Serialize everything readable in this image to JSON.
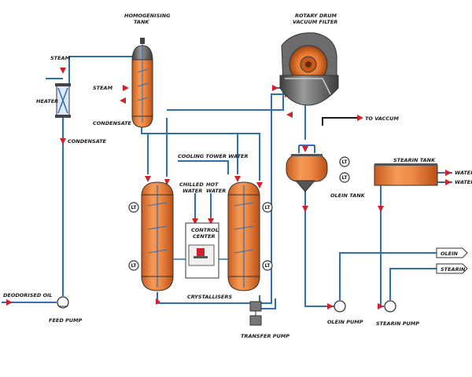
{
  "labels": {
    "homogenising_tank": [
      "HOMOGENISING",
      "TANK"
    ],
    "rotary_drum": [
      "ROTARY DRUM",
      "VACUUM FILTER"
    ],
    "steam_top": "STEAM",
    "steam_mid": "STEAM",
    "heater": "HEATER",
    "condensate_left": "CONDENSATE",
    "condensate_mid": "CONDENSATE",
    "to_vaccum": "TO VACCUM",
    "cooling_tower": "COOLING TOWER WATER",
    "chilled_water": [
      "CHILLED",
      "WATER"
    ],
    "hot_water": [
      "HOT",
      "WATER"
    ],
    "control_center": [
      "CONTROL",
      "CENTER"
    ],
    "crystallisers": "CRYSTALLISERS",
    "olein_tank": "OLEIN TANK",
    "stearin_tank": "STEARIN TANK",
    "water_in": "WATER",
    "water_out": "WATER",
    "olein_out": "OLEIN",
    "stearin_out": "STEARIN",
    "deodorised_oil": "DEODORISED OIL",
    "feed_pump": "FEED PUMP",
    "transfer_pump": "TRANSFER PUMP",
    "olein_pump": "OLEIN PUMP",
    "stearin_pump": "STEARIN PUMP",
    "lt": "LT"
  },
  "colors": {
    "pipe": "#2f6fb5",
    "vessel": "#e8782f",
    "arrow": "#d0202a"
  }
}
